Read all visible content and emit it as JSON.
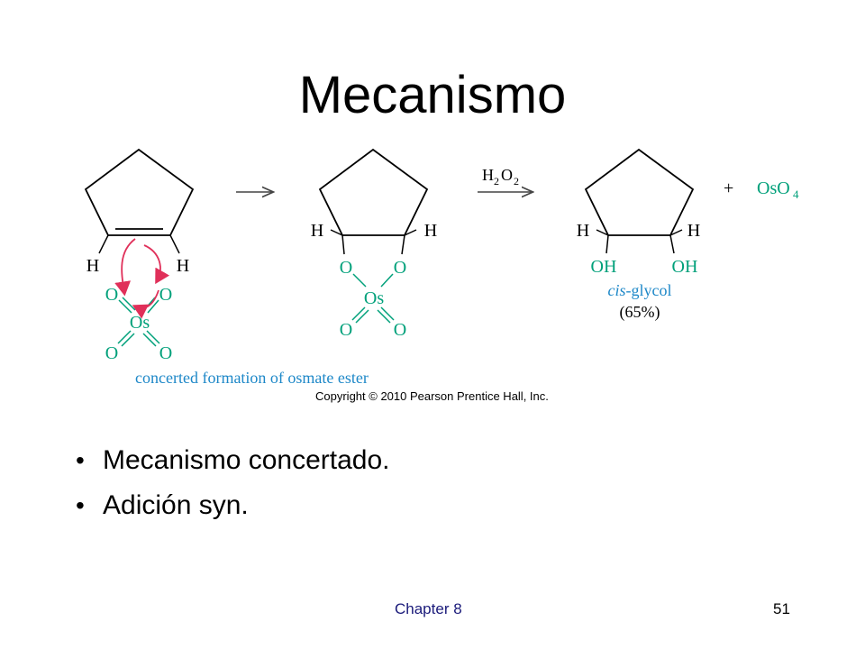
{
  "title": "Mecanismo",
  "diagram": {
    "step1": {
      "h_left": "H",
      "h_right": "H",
      "o_tl": "O",
      "o_tr": "O",
      "os": "Os",
      "o_bl": "O",
      "o_br": "O",
      "caption": "concerted formation of osmate ester"
    },
    "step2": {
      "h_left": "H",
      "h_right": "H",
      "o_left": "O",
      "o_right": "O",
      "os": "Os",
      "o_bl": "O",
      "o_br": "O"
    },
    "reagent": {
      "h": "H",
      "sub2a": "2",
      "o": "O",
      "sub2b": "2"
    },
    "product": {
      "h_left": "H",
      "h_right": "H",
      "oh_left": "OH",
      "oh_right": "OH",
      "name_italic": "cis",
      "name_rest": "-glycol",
      "yield": "(65%)"
    },
    "byproduct": {
      "plus": "+",
      "formula": "OsO",
      "sub": "4"
    },
    "copyright": "Copyright © 2010 Pearson Prentice Hall, Inc.",
    "colors": {
      "arrow": "#e0305a",
      "caption": "#1e88c8",
      "reagent_text": "#1e88c8"
    }
  },
  "bullets": [
    {
      "text": "Mecanismo concertado."
    },
    {
      "text": "Adición syn."
    }
  ],
  "footer": {
    "chapter": "Chapter 8",
    "page": "51"
  }
}
